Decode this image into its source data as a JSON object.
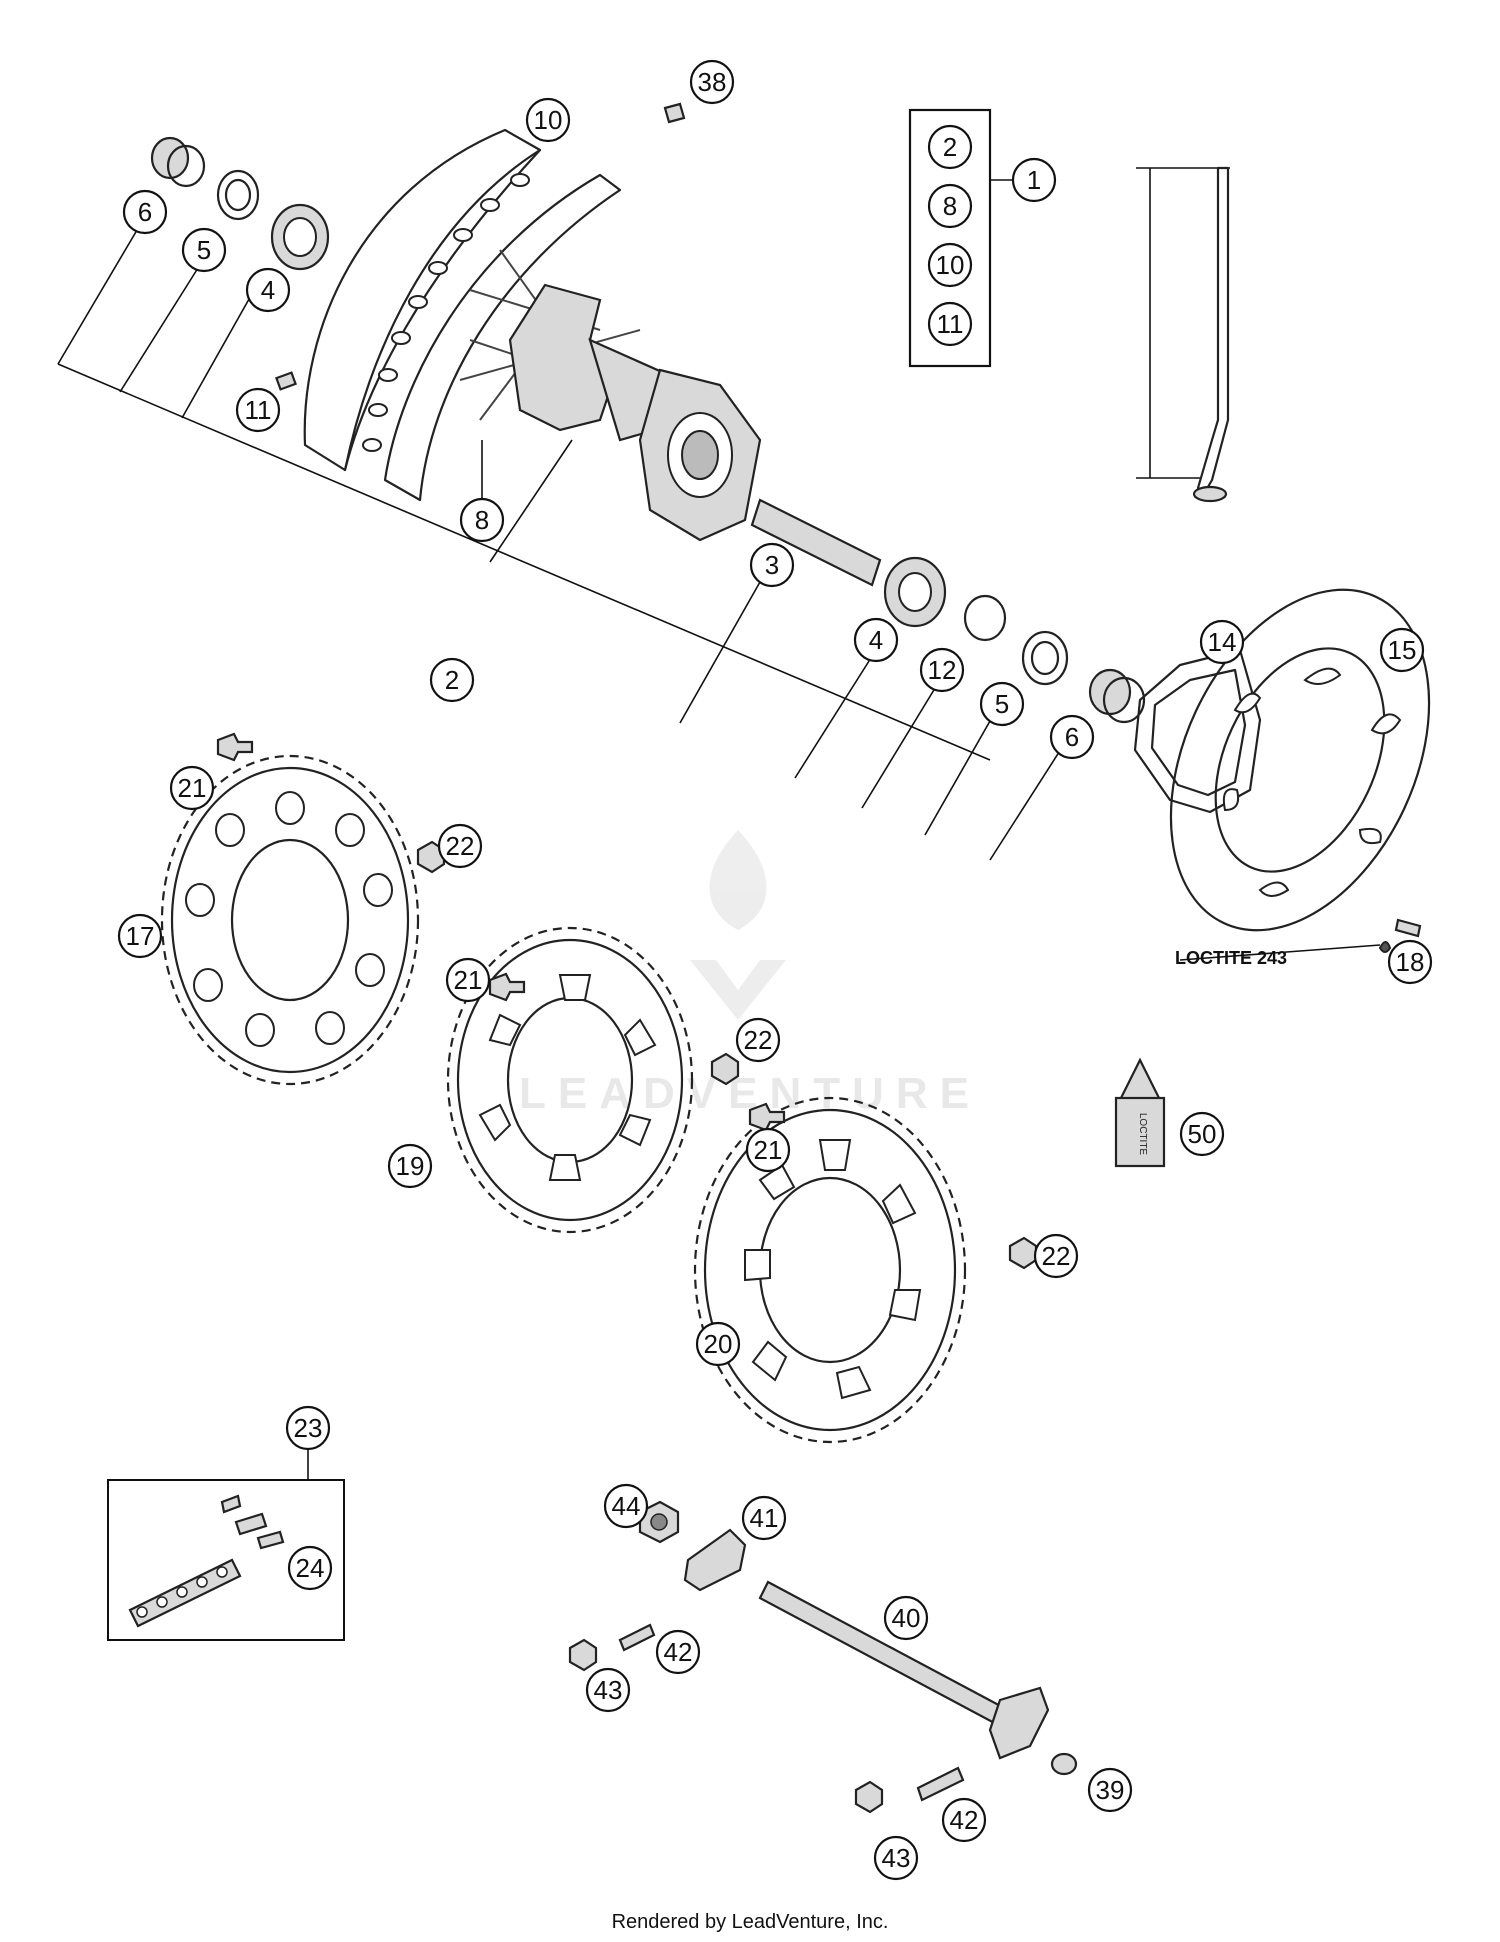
{
  "callouts": {
    "c38": "38",
    "c10a": "10",
    "c6a": "6",
    "c5a": "5",
    "c4a": "4",
    "c11": "11",
    "c8": "8",
    "c2": "2",
    "c3": "3",
    "c4b": "4",
    "c12": "12",
    "c5b": "5",
    "c6b": "6",
    "c14": "14",
    "c15": "15",
    "c18": "18",
    "c21a": "21",
    "c22a": "22",
    "c17": "17",
    "c21b": "21",
    "c22b": "22",
    "c19": "19",
    "c21c": "21",
    "c22c": "22",
    "c20": "20",
    "c50": "50",
    "c23": "23",
    "c24": "24",
    "c44": "44",
    "c41": "41",
    "c40": "40",
    "c42a": "42",
    "c43a": "43",
    "c42b": "42",
    "c43b": "43",
    "c39": "39",
    "c1": "1"
  },
  "kit_box": [
    "2",
    "8",
    "10",
    "11"
  ],
  "loctite_label": "LOCTITE 243",
  "watermark": "LEADVENTURE",
  "footer": "Rendered by LeadVenture, Inc."
}
